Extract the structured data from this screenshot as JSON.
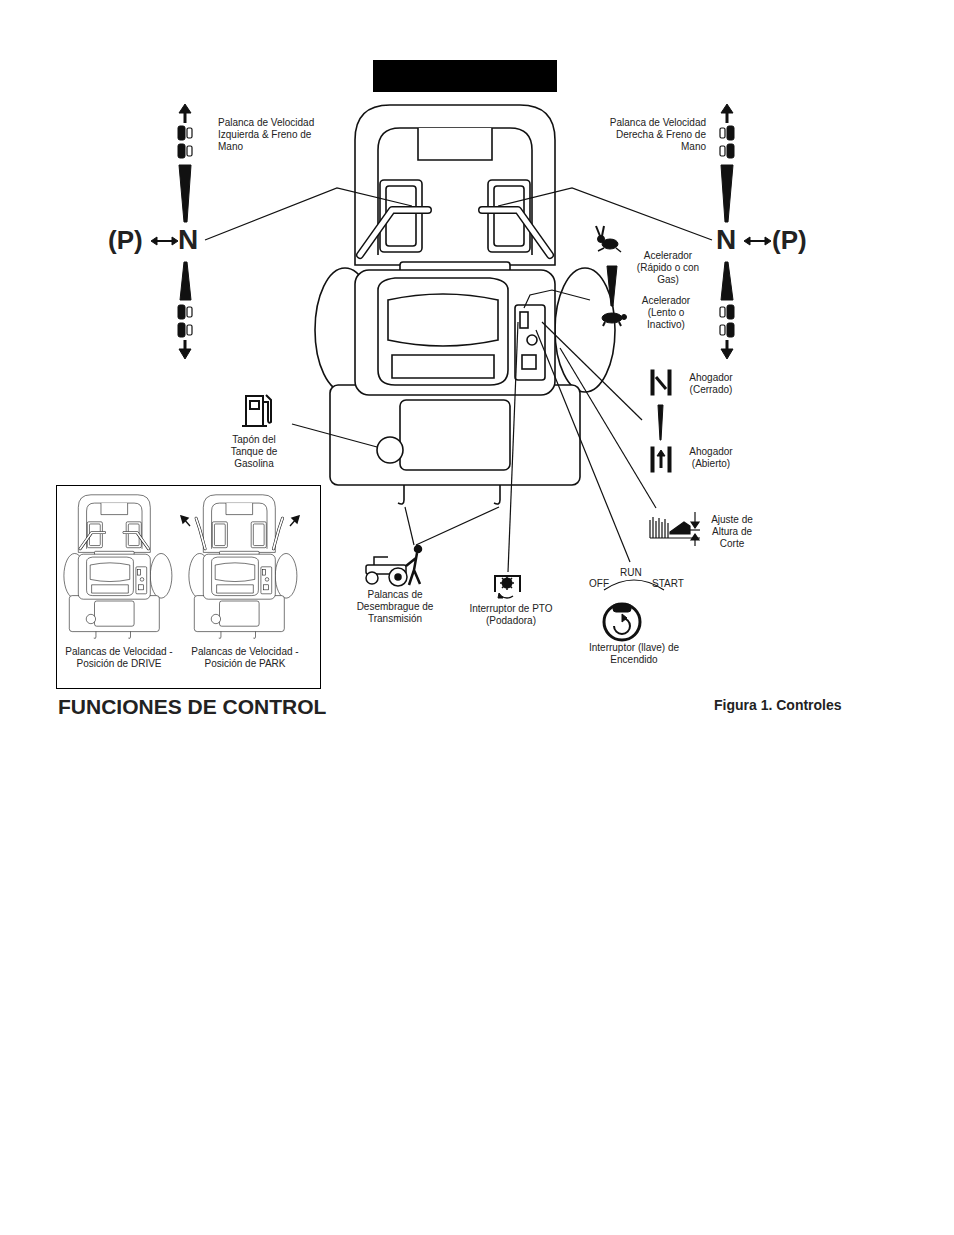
{
  "diagram": {
    "title": "FUNCIONES DE CONTROL",
    "caption": "Figura 1. Controles",
    "nodes": [
      {
        "text": [
          "Palancas de Velocidad - Posición de DRIVE",
          "Palancas de Velocidad - Posición de PARK"
        ]
      }
    ],
    "labels": [
      "Palanca de Velocidad Izquierda & Freno de Mano",
      "(P)",
      "N",
      "Palanca de Velocidad Derecha & Freno de Mano",
      "N",
      "(P)",
      "Acelerador (Rápido o con Gas)",
      "Acelerador (Lento o Inactivo)",
      "Ahogador (Cerrado)",
      "Ahogador (Abierto)",
      "Tapón del Tanque de Gasolina",
      "Ajuste de Altura de Corte",
      "Palancas de Desembrague de Transmisión",
      "Interruptor de PTO (Podadora)",
      "OFF",
      "RUN",
      "START",
      "Interruptor (llave) de Encendido"
    ]
  }
}
